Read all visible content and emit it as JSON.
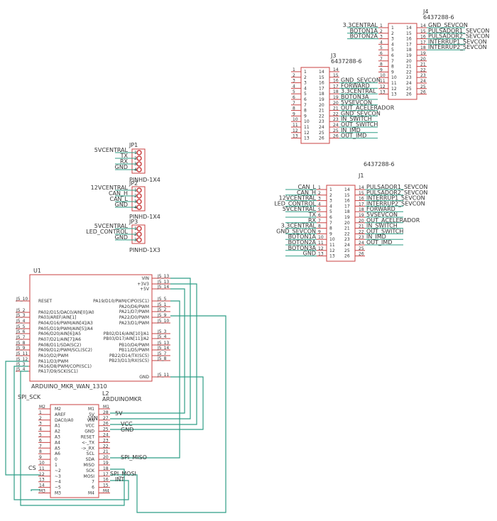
{
  "colors": {
    "part": "#c84040",
    "net": "#2f9e86",
    "text": "#333333"
  },
  "j4": {
    "name": "J4",
    "value": "6437288-6",
    "left_nums": [
      "1",
      "2",
      "3",
      "4",
      "5",
      "6",
      "7",
      "8",
      "9",
      "10",
      "11",
      "12",
      "13"
    ],
    "right_nums": [
      "14",
      "15",
      "16",
      "17",
      "18",
      "19",
      "20",
      "21",
      "22",
      "23",
      "24",
      "25",
      "26"
    ],
    "left_nets": [
      "3.3CENTRAL",
      "BOTON1A",
      "BOTON2A"
    ],
    "right_nets": [
      "GND_SEVCON",
      "PULSADOR1_SEVCON",
      "PULSADOR2_SEVCON",
      "INTERRUP1_SEVCON",
      "INTERRUP2_SEVCON"
    ]
  },
  "j3": {
    "name": "J3",
    "value": "6437288-6",
    "left_nums": [
      "1",
      "2",
      "3",
      "4",
      "5",
      "6",
      "7",
      "8",
      "9",
      "10",
      "11",
      "12",
      "13"
    ],
    "right_nums": [
      "14",
      "15",
      "16",
      "17",
      "18",
      "19",
      "20",
      "21",
      "22",
      "23",
      "24",
      "25",
      "26"
    ],
    "right_nets": [
      "GND_SEVCON",
      "FORWARD",
      "3.3CENTRAL",
      "BOTON3A",
      "5VSEVCON",
      "OUT_ACELERADOR",
      "GND_SEVCON",
      "IN_SWITCH",
      "OUT_SWITCH",
      "IN_IMD",
      "OUT_IMD"
    ]
  },
  "j1": {
    "name": "J1",
    "value": "6437288-6",
    "left_nums": [
      "1",
      "2",
      "3",
      "4",
      "5",
      "6",
      "7",
      "8",
      "9",
      "10",
      "11",
      "12",
      "13"
    ],
    "right_nums": [
      "14",
      "15",
      "16",
      "17",
      "18",
      "19",
      "20",
      "21",
      "22",
      "23",
      "24",
      "25",
      "26"
    ],
    "left_nets": [
      "CAN_L",
      "CAN_H",
      "12VCENTRAL",
      "LED_CONTROL",
      "5VCENTRAL",
      "TX",
      "RX",
      "3.3CENTRAL",
      "GND_SEVCON",
      "BOTON1A",
      "BOTON2A",
      "BOTON3A",
      "GND"
    ],
    "right_nets": [
      "PULSADOR1_SEVCON",
      "PULSADOR2_SEVCON",
      "INTERRUP1_SEVCON",
      "INTERRUP2_SEVCON",
      "FORWARD",
      "5VSEVCON",
      "OUT_ACELERADOR",
      "IN_SWITCH",
      "OUT_SWITCH",
      "IN_IMD",
      "OUT_IMD"
    ]
  },
  "jp1": {
    "name": "JP1",
    "value": "PINHD-1X4",
    "pins": [
      "1",
      "2",
      "3",
      "4"
    ],
    "nets": [
      "5VCENTRAL",
      "TX",
      "RX",
      "GND"
    ]
  },
  "jp2": {
    "name": "JP2",
    "value": "PINHD-1X4",
    "pins": [
      "1",
      "2",
      "3",
      "4"
    ],
    "nets": [
      "12VCENTRAL",
      "CAN_H",
      "CAN_L",
      "GND"
    ]
  },
  "jp3": {
    "name": "JP3",
    "value": "PINHD-1X3",
    "pins": [
      "1",
      "2",
      "3"
    ],
    "nets": [
      "5VCENTRAL",
      "LED_CONTROL",
      "GND"
    ]
  },
  "u1": {
    "name": "U1",
    "value": "ARDUINO_MKR_WAN_1310",
    "left_pins": [
      {
        "pad": "J5_10",
        "label": "RESET"
      },
      {
        "pad": "J5_2",
        "label": "PA02/D15/DAC0/AIN[0]/A0"
      },
      {
        "pad": "J5_3",
        "label": "PA03/AREF/AIN[1]"
      },
      {
        "pad": "J5_4",
        "label": "PA04/D16/PWM/AIN[4]/A3"
      },
      {
        "pad": "J5_5",
        "label": "PA05/D19/PWM/AIN[5]/A4"
      },
      {
        "pad": "J5_6",
        "label": "PA06/D20/AIN[6]/A5"
      },
      {
        "pad": "J5_7",
        "label": "PA07/D21/AIN[7]/A6"
      },
      {
        "pad": "J5_8",
        "label": "PA08/D11/SDA(SC2)"
      },
      {
        "pad": "J5_9",
        "label": "PA09/D12/PWM/SCL(SC2)"
      },
      {
        "pad": "J5_11",
        "label": "PA10/D2/PWM"
      },
      {
        "pad": "J5_12",
        "label": "PA11/D3/PWM"
      },
      {
        "pad": "J5_3",
        "label": "PA16/D8/PWM/COPI(SC1)"
      },
      {
        "pad": "J5_4",
        "label": "PA17/D9/SCK(SC1)"
      }
    ],
    "right_pins": [
      {
        "pad": "J5_13",
        "label": "VIN"
      },
      {
        "pad": "J5_13",
        "label": "+3V3"
      },
      {
        "pad": "J5_14",
        "label": "+5V"
      },
      {
        "pad": "J5_5",
        "label": "PA19/D10/PWM/CIPO(SC1)"
      },
      {
        "pad": "J5_1",
        "label": "PA20/D6/PWM"
      },
      {
        "pad": "J5_2",
        "label": "PA21/D7/PWM"
      },
      {
        "pad": "J5_9",
        "label": "PA22/D0/PWM"
      },
      {
        "pad": "J5_10",
        "label": "PA23/D1/PWM"
      },
      {
        "pad": "J5_3",
        "label": "PB02/D16/AIN[10]/A1"
      },
      {
        "pad": "J5_4",
        "label": "PB03/D17/AIN[11]/A2"
      },
      {
        "pad": "J5_13",
        "label": "PB10/D4/PWM"
      },
      {
        "pad": "J5_14",
        "label": "PB11/D5/PWM"
      },
      {
        "pad": "J5_7",
        "label": "PB22/D14/TX(SC5)"
      },
      {
        "pad": "J5_8",
        "label": "PB23/D13/RX(SC5)"
      },
      {
        "pad": "J5_11",
        "label": "GND"
      }
    ]
  },
  "l2": {
    "name": "L2",
    "value": "ARDUINOMKR",
    "left_nums": [
      "M2",
      "1",
      "2",
      "3",
      "4",
      "5",
      "6",
      "7",
      "8",
      "9",
      "10",
      "11",
      "12",
      "13",
      "14",
      "M3"
    ],
    "left_labels": [
      "M2",
      "AREF",
      "DAC0/A0",
      "A1",
      "A2",
      "A3",
      "A4",
      "A5",
      "A6",
      "0",
      "1",
      "~2",
      "~3",
      "~4",
      "~5",
      "M3"
    ],
    "right_nums": [
      "M1",
      "28",
      "27",
      "26",
      "25",
      "24",
      "23",
      "22",
      "21",
      "20",
      "19",
      "18",
      "17",
      "16",
      "15",
      "M4"
    ],
    "right_labels": [
      "M1",
      "5V",
      "VIN",
      "VCC",
      "GND",
      "RESET",
      "<-_TX",
      "->_RX",
      "SCL",
      "SDA",
      "MISO",
      "SCK",
      "MOSI",
      "7",
      "6",
      "M4"
    ]
  },
  "nets": {
    "spi_sck": "SPI_SCK",
    "vin": "VIN",
    "v5": "5V",
    "vcc": "VCC",
    "gnd": "GND",
    "spi_miso": "SPI_MISO",
    "spi_mosi": "SPI_MOSI",
    "int": "INT",
    "cs": "CS"
  }
}
